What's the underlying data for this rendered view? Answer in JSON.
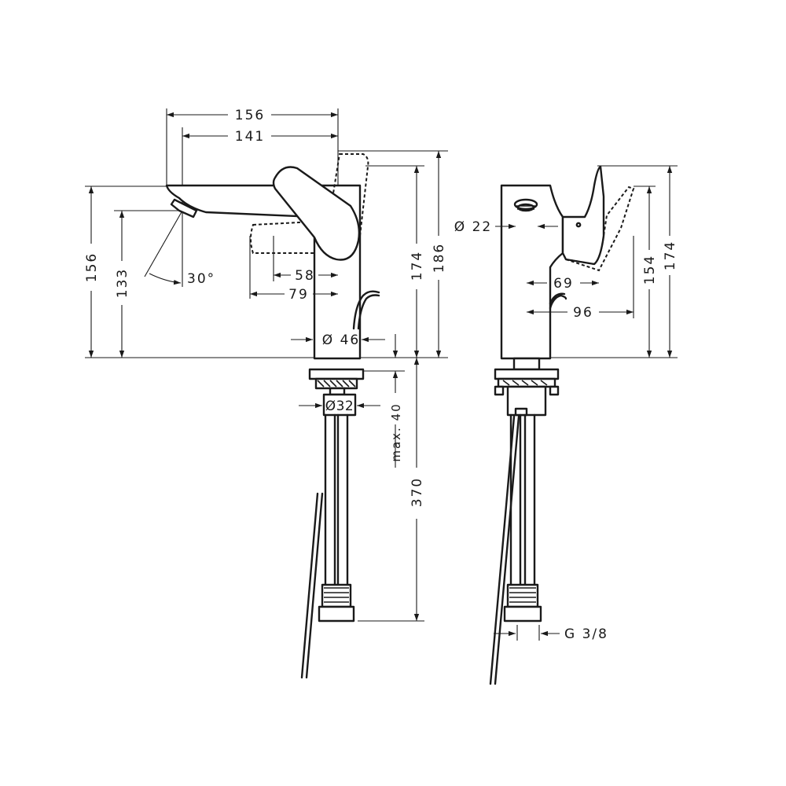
{
  "side_view": {
    "dims": {
      "spout_length": "156",
      "spout_reach": "141",
      "total_height": "156",
      "outlet_height": "133",
      "spray_angle": "30°",
      "handle_offset_1": "58",
      "handle_offset_2": "79",
      "body_diameter": "Ø 46",
      "body_height": "174",
      "handle_height": "186",
      "tail_diameter": "Ø32",
      "max_thickness": "max. 40",
      "hose_length": "370"
    }
  },
  "front_view": {
    "dims": {
      "aerator_diameter": "Ø 22",
      "lever_depth_1": "69",
      "lever_depth_2": "96",
      "lever_height": "154",
      "total_height": "174",
      "connection_thread": "G 3/8"
    }
  }
}
